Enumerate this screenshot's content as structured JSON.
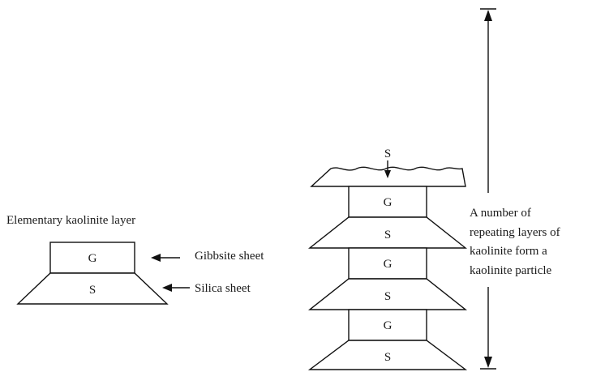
{
  "elementary": {
    "title": "Elementary kaolinite layer",
    "gibbsite_letter": "G",
    "silica_letter": "S",
    "gibbsite_label": "Gibbsite sheet",
    "silica_label": "Silica sheet"
  },
  "stack": {
    "top_silica_letter": "S",
    "layers": [
      {
        "gibbsite_letter": "G",
        "silica_letter": "S"
      },
      {
        "gibbsite_letter": "G",
        "silica_letter": "S"
      },
      {
        "gibbsite_letter": "G",
        "silica_letter": "S"
      }
    ],
    "description_lines": [
      "A number of",
      "repeating layers of",
      "kaolinite form a",
      "kaolinite particle"
    ]
  }
}
